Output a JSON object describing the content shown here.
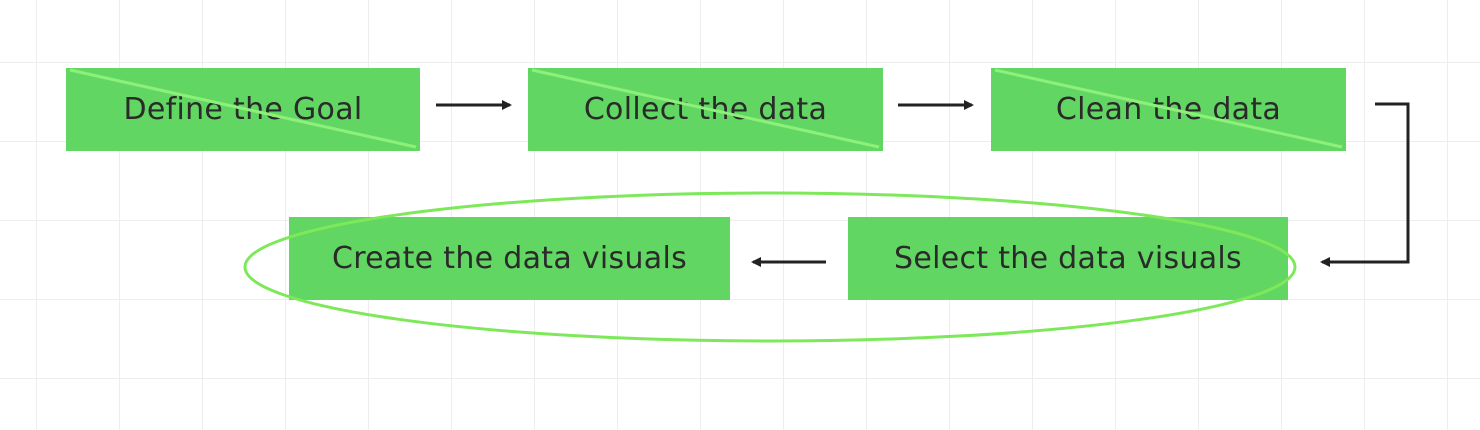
{
  "diagram": {
    "steps": [
      {
        "id": "define-goal",
        "label": "Define the Goal",
        "crossed_out": true
      },
      {
        "id": "collect-data",
        "label": "Collect the data",
        "crossed_out": true
      },
      {
        "id": "clean-data",
        "label": "Clean the data",
        "crossed_out": true
      },
      {
        "id": "select-visuals",
        "label": "Select the data visuals",
        "crossed_out": false
      },
      {
        "id": "create-visuals",
        "label": "Create the data visuals",
        "crossed_out": false
      }
    ],
    "flow": [
      [
        "define-goal",
        "collect-data"
      ],
      [
        "collect-data",
        "clean-data"
      ],
      [
        "clean-data",
        "select-visuals"
      ],
      [
        "select-visuals",
        "create-visuals"
      ]
    ],
    "highlight": {
      "shape": "ellipse",
      "encloses": [
        "create-visuals",
        "select-visuals"
      ],
      "color": "#7de85a"
    },
    "colors": {
      "box_fill": "#62d662",
      "strike_line": "#8cf07a",
      "arrow": "#222222",
      "text": "#2a2a2a"
    }
  }
}
